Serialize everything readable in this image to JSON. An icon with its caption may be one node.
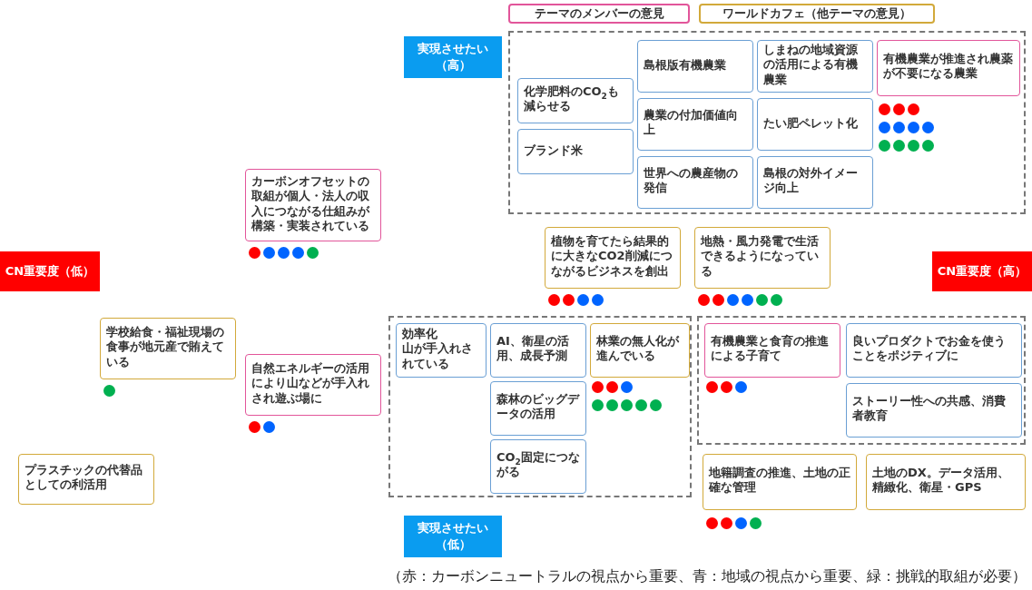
{
  "diagram": {
    "caption": "（赤：カーボンニュートラルの視点から重要、青：地域の視点から重要、緑：挑戦的取組が必要）",
    "nodes": [
      {
        "text": [
          "実現させたい（高）"
        ]
      },
      {
        "text": [],
        "shape": "box"
      },
      {
        "text": [
          "化学肥料のCO$_{2}$も減らせる"
        ],
        "in": 1
      },
      {
        "text": [
          "ブランド米"
        ],
        "in": 1
      },
      {
        "text": [
          "島根版有機農業"
        ],
        "in": 1
      },
      {
        "text": [
          "しまねの地域資源の活用による有機農業"
        ],
        "in": 1
      },
      {
        "text": [
          "農業の付加価値向上"
        ],
        "in": 1
      },
      {
        "text": [
          "たい肥ペレット化"
        ],
        "in": 1
      },
      {
        "text": [
          "世界への農産物の発信"
        ],
        "in": 1
      },
      {
        "text": [
          "島根の対外イメージ向上"
        ],
        "in": 1
      },
      {
        "text": [
          "有機農業が推進され農薬が不要になる農業"
        ],
        "in": 1
      },
      {
        "text": [
          "カーボンオフセットの取組が個人・法人の収入につながる仕組みが構築・実装されている"
        ]
      },
      {
        "text": [
          "CN重要度（低）"
        ]
      },
      {
        "text": [
          "CN重要度（高）"
        ]
      },
      {
        "text": [
          "植物を育てたら結果的に大きなCO2削減につながるビジネスを創出"
        ]
      },
      {
        "text": [
          "地熱・風力発電で生活できるようになっている"
        ]
      },
      {
        "text": [
          "学校給食・福祉現場の食事が地元産で賄えている"
        ]
      },
      {
        "text": [
          "自然エネルギーの活用により山などが手入れされ遊ぶ場に"
        ]
      },
      {
        "text": [],
        "shape": "box"
      },
      {
        "text": [
          "効率化",
          "山が手入れされている"
        ],
        "in": 18
      },
      {
        "text": [
          "AI、衛星の活用、成長予測"
        ],
        "in": 18
      },
      {
        "text": [
          "森林のビッグデータの活用"
        ],
        "in": 18
      },
      {
        "text": [
          "CO$_{2}$固定につながる"
        ],
        "in": 18
      },
      {
        "text": [
          "林業の無人化が進んでいる"
        ],
        "in": 18
      },
      {
        "text": [],
        "shape": "box"
      },
      {
        "text": [
          "有機農業と食育の推進による子育て"
        ],
        "in": 24
      },
      {
        "text": [
          "良いプロダクトでお金を使うことをポジティブに"
        ],
        "in": 24
      },
      {
        "text": [
          "ストーリー性への共感、消費者教育"
        ],
        "in": 24
      },
      {
        "text": [
          "地籍調査の推進、土地の正確な管理"
        ]
      },
      {
        "text": [
          "土地のDX。データ活用、精緻化、衛星・GPS"
        ]
      },
      {
        "text": [
          "実現させたい（低）"
        ]
      },
      {
        "text": [
          "プラスチックの代替品としての利活用"
        ]
      }
    ],
    "legend": [
      {
        "text": "テーマのメンバーの意見",
        "color": "#e2559a"
      },
      {
        "text": "ワールドカフェ（他テーマの意見）",
        "color": "#d2a93a"
      }
    ]
  }
}
